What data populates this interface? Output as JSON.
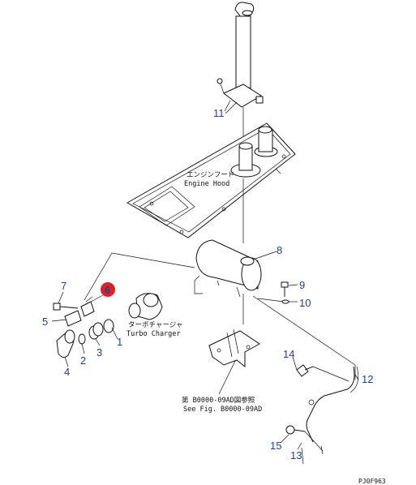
{
  "callouts": [
    {
      "id": "1",
      "label": "1"
    },
    {
      "id": "2",
      "label": "2"
    },
    {
      "id": "3",
      "label": "3"
    },
    {
      "id": "4",
      "label": "4"
    },
    {
      "id": "5",
      "label": "5"
    },
    {
      "id": "6",
      "label": "6",
      "highlighted": true
    },
    {
      "id": "7",
      "label": "7"
    },
    {
      "id": "8",
      "label": "8"
    },
    {
      "id": "9",
      "label": "9"
    },
    {
      "id": "10",
      "label": "10"
    },
    {
      "id": "11",
      "label": "11"
    },
    {
      "id": "12",
      "label": "12"
    },
    {
      "id": "13",
      "label": "13"
    },
    {
      "id": "14",
      "label": "14"
    },
    {
      "id": "15",
      "label": "15"
    }
  ],
  "labels": {
    "engine_hood_jp": "エンジンフード",
    "engine_hood_en": "Engine Hood",
    "turbo_jp": "ターボチャージャ",
    "turbo_en": "Turbo Charger",
    "ref_jp": "第 B0000-09AD図参照",
    "ref_en": "See Fig. B0000-09AD"
  },
  "figure_code": "PJ0F963",
  "colors": {
    "callout_text": "#1f3f9e",
    "highlight": "#e02020",
    "line": "#111111"
  }
}
